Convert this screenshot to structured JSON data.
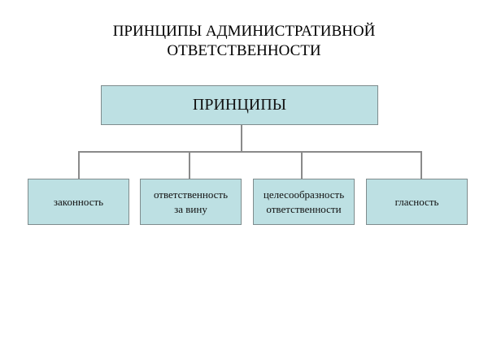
{
  "title": {
    "line1": "ПРИНЦИПЫ АДМИНИСТРАТИВНОЙ",
    "line2": "ОТВЕТСТВЕННОСТИ"
  },
  "root": {
    "label": "ПРИНЦИПЫ"
  },
  "children": [
    {
      "line1": "законность",
      "line2": ""
    },
    {
      "line1": "ответственность",
      "line2": "за вину"
    },
    {
      "line1": "целесообразность",
      "line2": "ответственности"
    },
    {
      "line1": "гласность",
      "line2": ""
    }
  ],
  "colors": {
    "box_fill": "#bde0e3",
    "connector": "#8a8a8a"
  }
}
